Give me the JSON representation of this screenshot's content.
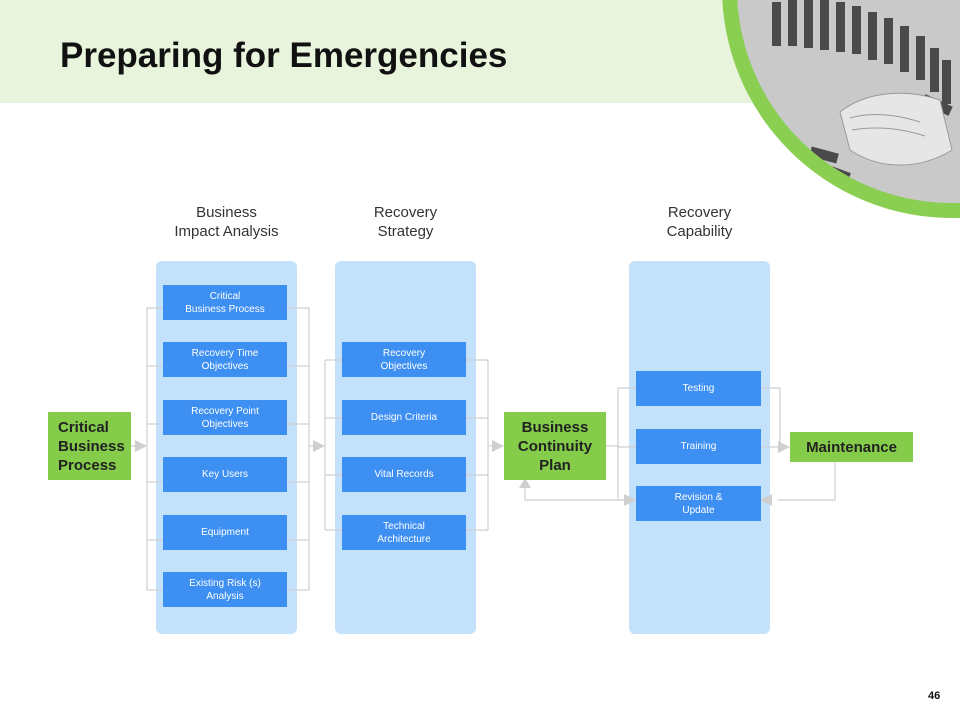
{
  "title": "Preparing for Emergencies",
  "page_number": "46",
  "colors": {
    "header_band": "#e8f5dc",
    "accent_green": "#84cc4a",
    "panel_blue": "#c4e1fb",
    "box_blue": "#3d8ff2",
    "connector_gray": "#cfcfcf"
  },
  "columns": {
    "bia": "Business\nImpact Analysis",
    "strategy": "Recovery\nStrategy",
    "capability": "Recovery\nCapability"
  },
  "start_node": "Critical\nBusiness\nProcess",
  "bia_items": [
    "Critical\nBusiness Process",
    "Recovery Time\nObjectives",
    "Recovery Point\nObjectives",
    "Key Users",
    "Equipment",
    "Existing Risk (s)\nAnalysis"
  ],
  "strategy_items": [
    "Recovery\nObjectives",
    "Design Criteria",
    "Vital Records",
    "Technical\nArchitecture"
  ],
  "plan_node": "Business\nContinuity\nPlan",
  "capability_items": [
    "Testing",
    "Training",
    "Revision &\nUpdate"
  ],
  "end_node": "Maintenance"
}
